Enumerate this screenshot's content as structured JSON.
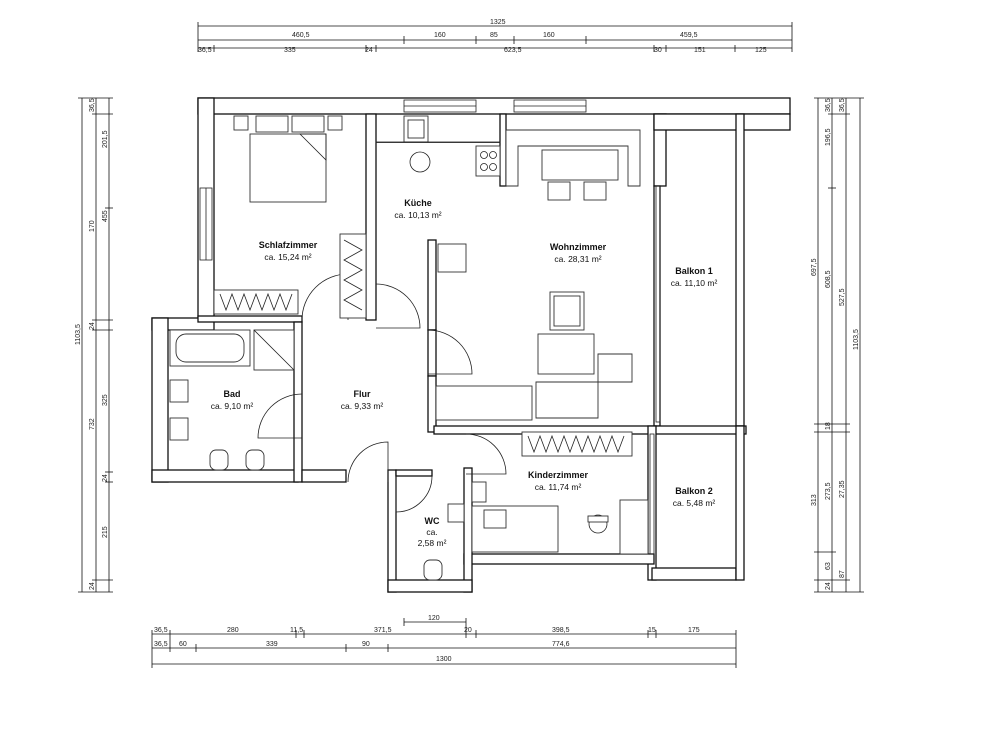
{
  "rooms": {
    "schlafzimmer": {
      "name": "Schlafzimmer",
      "area": "ca. 15,24 m²"
    },
    "kueche": {
      "name": "Küche",
      "area": "ca. 10,13 m²"
    },
    "wohnzimmer": {
      "name": "Wohnzimmer",
      "area": "ca. 28,31 m²"
    },
    "balkon1": {
      "name": "Balkon 1",
      "area": "ca. 11,10 m²"
    },
    "bad": {
      "name": "Bad",
      "area": "ca. 9,10 m²"
    },
    "flur": {
      "name": "Flur",
      "area": "ca. 9,33 m²"
    },
    "kinderzimmer": {
      "name": "Kinderzimmer",
      "area": "ca. 11,74 m²"
    },
    "balkon2": {
      "name": "Balkon 2",
      "area": "ca. 5,48 m²"
    },
    "wc": {
      "name": "WC",
      "area_line1": "ca.",
      "area_line2": "2,58 m²"
    }
  },
  "dimensions": {
    "top_total": "1325",
    "top_row2": [
      "460,5",
      "160",
      "85",
      "160",
      "459,5"
    ],
    "top_row3": [
      "36,5",
      "335",
      "24",
      "623,5",
      "30",
      "151",
      "125"
    ],
    "bottom_row1": [
      "36,5",
      "280",
      "11,5",
      "371,5",
      "120",
      "20",
      "398,5",
      "15",
      "175"
    ],
    "bottom_row2": [
      "36,5",
      "60",
      "339",
      "90",
      "774,6"
    ],
    "bottom_total": "1300",
    "left_outer": [
      "1103,5"
    ],
    "left_row2": [
      "36,5",
      "170",
      "24",
      "732",
      "24"
    ],
    "left_row3": [
      "201,5",
      "455",
      "325",
      "24",
      "215"
    ],
    "right_row1": [
      "36,5",
      "196,5",
      "527,5",
      "18",
      "273,5",
      "63",
      "24"
    ],
    "right_row2": [
      "36,5",
      "697,5",
      "608,5",
      "313",
      "27,35",
      "87"
    ],
    "right_total": "1103,5"
  }
}
